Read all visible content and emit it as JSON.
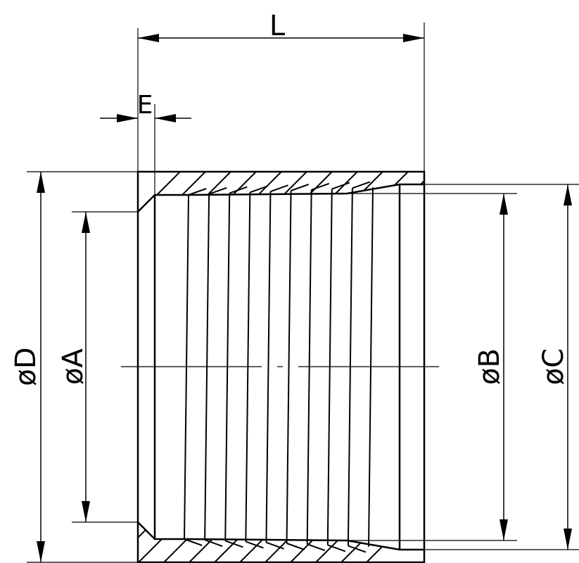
{
  "labels": {
    "length": "L",
    "end_thickness": "E",
    "diameter_outer": "øD",
    "diameter_a": "øA",
    "diameter_b": "øB",
    "diameter_c": "øC"
  },
  "colors": {
    "stroke": "#000000",
    "background": "#ffffff"
  },
  "groove_count": 10
}
